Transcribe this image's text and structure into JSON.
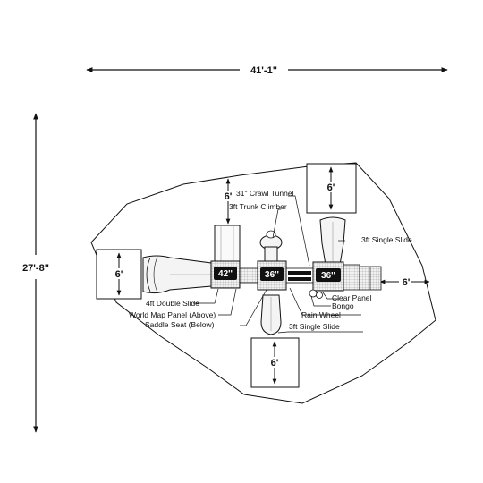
{
  "dimensions": {
    "overall_width": "41'-1\"",
    "overall_depth": "27'-8\"",
    "clearance_left": "6'",
    "clearance_top_center": "6'",
    "clearance_top_right": "6'",
    "clearance_right": "6'",
    "clearance_bottom": "6'"
  },
  "decks": [
    {
      "height": "42''"
    },
    {
      "height": "36''"
    },
    {
      "height": "36''"
    }
  ],
  "components": [
    "31\" Crawl Tunnel",
    "3ft Trunk Climber",
    "3ft Single Slide",
    "4ft Double Slide",
    "Clear Panel",
    "Bongo",
    "World Map Panel (Above)",
    "Rain Wheel",
    "Saddle Seat (Below)",
    "3ft Single Slide"
  ],
  "colors": {
    "line": "#111111",
    "deck_fill": "#111111",
    "panel_fill": "#e6e6e6"
  }
}
